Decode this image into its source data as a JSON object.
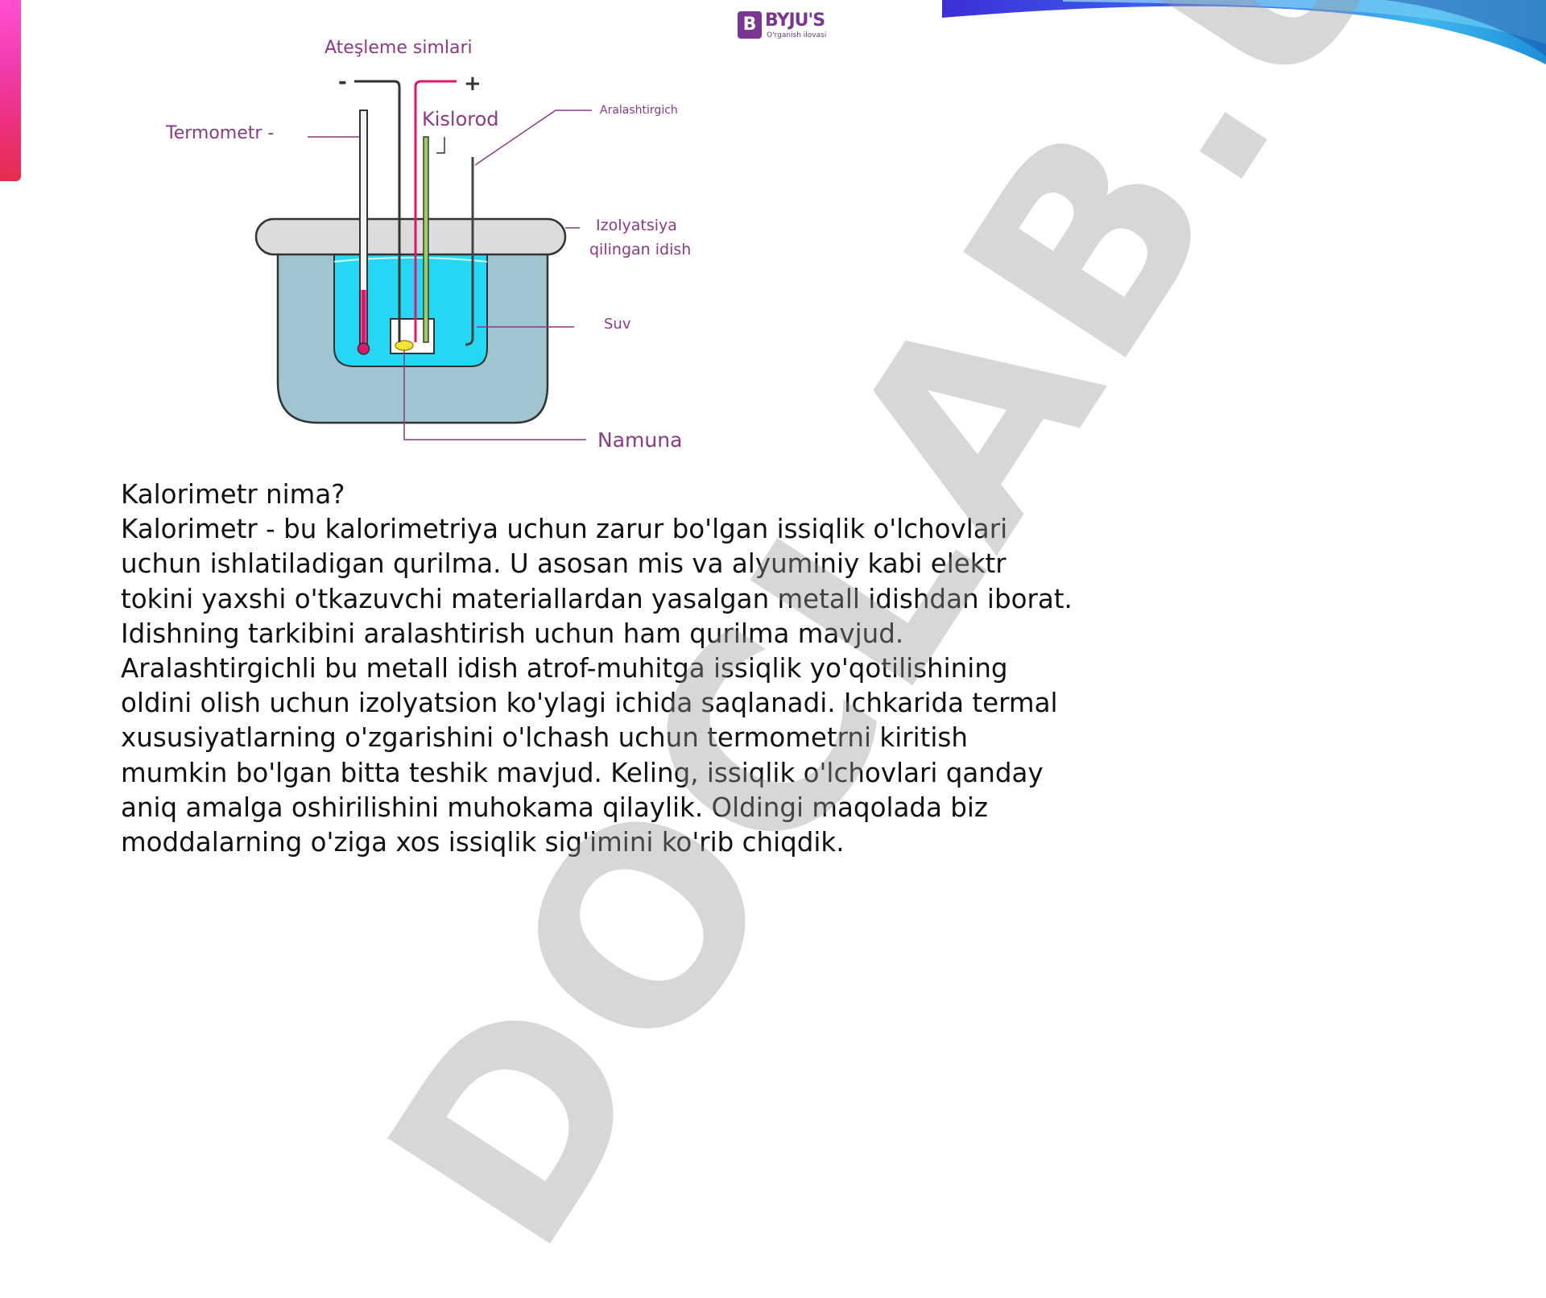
{
  "slide": {
    "colors": {
      "accent_left": "#ea2f72",
      "swoosh_dark": "#2b5fe8",
      "swoosh_light": "#3fc3f0",
      "label_color": "#8a3a86",
      "water": "#24d8f5",
      "outer_jacket": "#9ec5d0",
      "lid": "#dcdcdc",
      "thermometer_bulb": "#e0186c"
    }
  },
  "diagram": {
    "labels": {
      "ignition_wires": "Ateşleme simlari",
      "minus": "-",
      "plus": "+",
      "thermometer": "Termometr -",
      "oxygen": "Kislorod",
      "stirrer": "Aralashtirgich",
      "insulated_line1": "Izolyatsiya",
      "insulated_line2": "qilingan idish",
      "water": "Suv",
      "sample": "Namuna"
    }
  },
  "logo": {
    "mark": "B",
    "name": "BYJU'S",
    "tagline": "O'rganish ilovasi"
  },
  "content": {
    "heading": "Kalorimetr nima?",
    "lines": [
      "Kalorimetr - bu kalorimetriya uchun zarur bo'lgan issiqlik o'lchovlari",
      "uchun ishlatiladigan qurilma. U asosan mis va alyuminiy kabi elektr",
      "tokini yaxshi o'tkazuvchi materiallardan yasalgan metall idishdan iborat.",
      "Idishning tarkibini aralashtirish uchun ham qurilma mavjud.",
      "Aralashtirgichli bu metall idish atrof-muhitga issiqlik yo'qotilishining",
      "oldini olish uchun izolyatsion ko'ylagi ichida saqlanadi. Ichkarida termal",
      "xususiyatlarning o'zgarishini o'lchash uchun termometrni kiritish",
      "mumkin bo'lgan bitta teshik mavjud. Keling, issiqlik o'lchovlari qanday",
      "aniq amalga oshirilishini muhokama qilaylik. Oldingi maqolada biz",
      "moddalarning o'ziga xos issiqlik sig'imini ko'rib chiqdik."
    ]
  },
  "watermark": {
    "text": "DOCLAB.UZ"
  }
}
